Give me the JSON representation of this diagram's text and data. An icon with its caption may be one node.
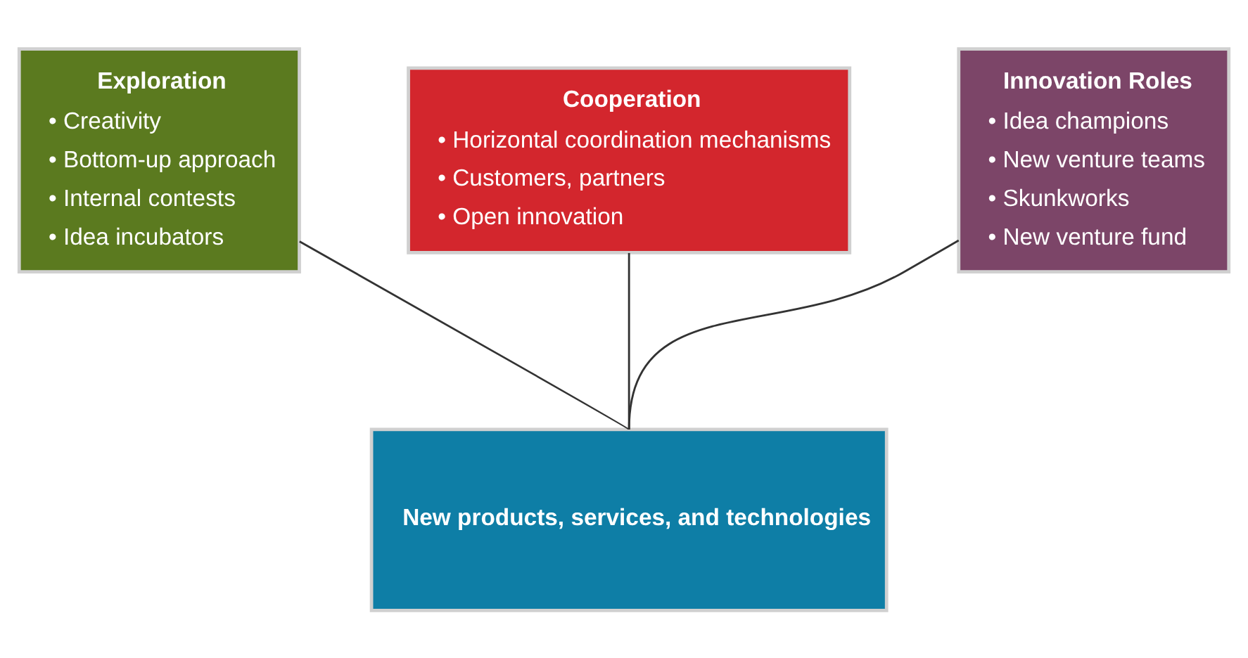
{
  "diagram": {
    "nodes": [
      {
        "text": [
          "Exploration",
          "• Creativity",
          "• Bottom-up approach",
          "• Internal contests",
          "• Idea incubators"
        ]
      },
      {
        "text": [
          "Cooperation",
          "• Horizontal coordination mechanisms",
          "• Customers, partners",
          "• Open innovation"
        ]
      },
      {
        "text": [
          "Innovation Roles",
          "• Idea champions",
          "• New venture teams",
          "• Skunkworks",
          "• New venture fund"
        ]
      },
      {
        "text": [
          "New products, services, and technologies"
        ]
      }
    ],
    "edges": [
      {
        "from": 0,
        "to": 3,
        "arrow": "none"
      },
      {
        "from": 1,
        "to": 3,
        "arrow": "none"
      },
      {
        "from": 2,
        "to": 3,
        "arrow": "none"
      }
    ]
  }
}
